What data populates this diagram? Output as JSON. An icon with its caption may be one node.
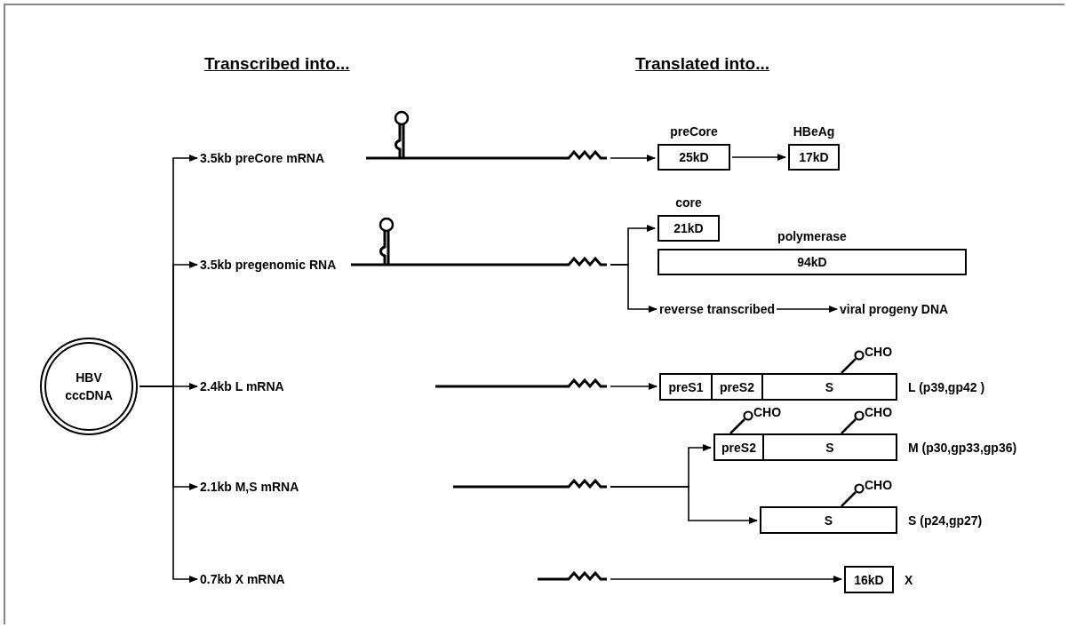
{
  "diagram": {
    "nodes": [
      {
        "text": [
          "HBV cccDNA"
        ]
      },
      {
        "text": [
          "3.5kb preCore mRNA"
        ]
      },
      {
        "text": [],
        "shape": "strand"
      },
      {
        "text": [
          "preCore",
          "25kD"
        ]
      },
      {
        "text": [
          "HBeAg",
          "17kD"
        ]
      },
      {
        "text": [
          "3.5kb pregenomic RNA"
        ]
      },
      {
        "text": [],
        "shape": "strand"
      },
      {
        "text": [
          "core",
          "21kD"
        ]
      },
      {
        "text": [
          "polymerase",
          "94kD"
        ]
      },
      {
        "text": [
          "reverse transcribed"
        ]
      },
      {
        "text": [
          "viral progeny DNA"
        ]
      },
      {
        "text": [
          "2.4kb L mRNA"
        ]
      },
      {
        "text": [],
        "shape": "strand"
      },
      {
        "text": [],
        "shape": "box",
        "beside": [
          "L (p39,gp42 )"
        ]
      },
      {
        "text": [
          "preS1"
        ],
        "in": 13
      },
      {
        "text": [
          "preS2"
        ],
        "in": 13
      },
      {
        "text": [
          "S"
        ],
        "in": 13
      },
      {
        "text": [
          "2.1kb M,S mRNA"
        ]
      },
      {
        "text": [],
        "shape": "strand"
      },
      {
        "text": [],
        "shape": "box",
        "beside": [
          "M (p30,gp33,gp36)"
        ]
      },
      {
        "text": [
          "preS2"
        ],
        "in": 19
      },
      {
        "text": [
          "S"
        ],
        "in": 19
      },
      {
        "text": [
          "S"
        ],
        "beside": [
          "S (p24,gp27)"
        ]
      },
      {
        "text": [
          "0.7kb X mRNA"
        ]
      },
      {
        "text": [],
        "shape": "strand"
      },
      {
        "text": [
          "16kD"
        ],
        "beside": [
          "X"
        ]
      }
    ],
    "edges": [
      {
        "from": 0,
        "to": 1,
        "arrow": "to"
      },
      {
        "from": 2,
        "to": 3,
        "arrow": "to"
      },
      {
        "from": 3,
        "to": 4,
        "arrow": "to"
      },
      {
        "from": 0,
        "to": 5,
        "arrow": "to"
      },
      {
        "from": 6,
        "to": 7,
        "arrow": "to"
      },
      {
        "from": 6,
        "to": 9,
        "arrow": "to"
      },
      {
        "from": 9,
        "to": 10,
        "arrow": "to"
      },
      {
        "from": 0,
        "to": 11,
        "arrow": "to"
      },
      {
        "from": 12,
        "to": 13,
        "arrow": "to"
      },
      {
        "from": 0,
        "to": 17,
        "arrow": "to"
      },
      {
        "from": 18,
        "to": 19,
        "arrow": "to"
      },
      {
        "from": 18,
        "to": 22,
        "arrow": "to"
      },
      {
        "from": 0,
        "to": 23,
        "arrow": "to"
      },
      {
        "from": 24,
        "to": 25,
        "arrow": "to"
      }
    ],
    "labels": [
      "Transcribed into...",
      "Translated into...",
      "CHO",
      "CHO",
      "CHO",
      "CHO"
    ]
  }
}
